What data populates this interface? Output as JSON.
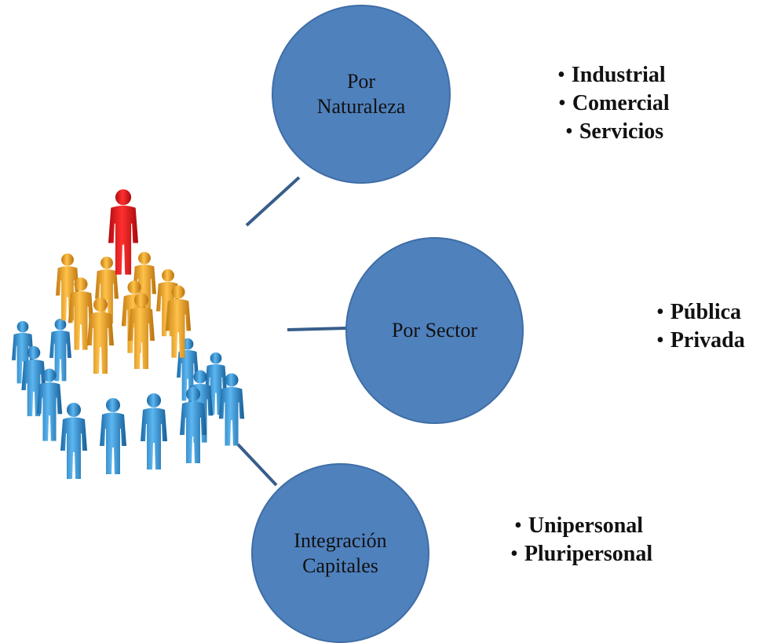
{
  "diagram": {
    "colors": {
      "circle_fill": "#4f81bd",
      "connector": "#385d8a",
      "figure_leader": "#e8141b",
      "figure_middle": "#f0a020",
      "figure_base": "#2f8fd6"
    },
    "illustration_icon": "people-hierarchy-icon",
    "nodes": [
      {
        "label_lines": [
          "Por",
          "Naturaleza"
        ],
        "items": [
          "Industrial",
          "Comercial",
          "Servicios"
        ]
      },
      {
        "label_lines": [
          "Por Sector"
        ],
        "items": [
          "Pública",
          "Privada"
        ]
      },
      {
        "label_lines": [
          "Integración",
          "Capitales"
        ],
        "items": [
          "Unipersonal",
          "Pluripersonal"
        ]
      }
    ],
    "bullet_symbol": "•"
  }
}
